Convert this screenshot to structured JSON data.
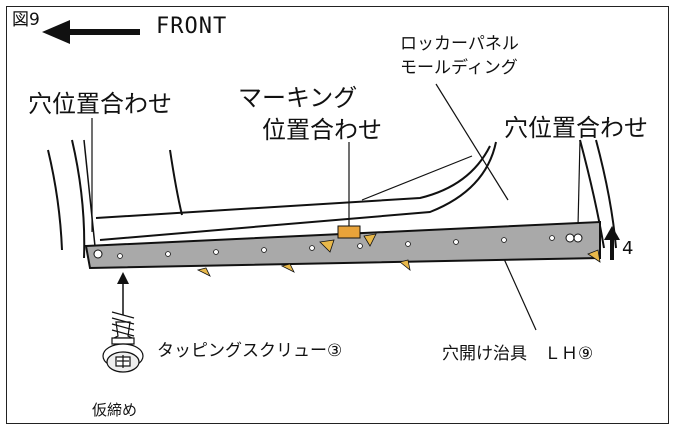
{
  "figure_label": "図9",
  "direction_label": "FRONT",
  "labels": {
    "rocker_line1": "ロッカーパネル",
    "rocker_line2": "モールディング",
    "hole_align_left": "穴位置合わせ",
    "marking_line1": "マーキング",
    "marking_line2": "位置合わせ",
    "hole_align_right": "穴位置合わせ",
    "step_number": "4",
    "tapping_screw": "タッピングスクリュー③",
    "drill_jig": "穴開け治具　ＬＨ⑨",
    "temporary_tighten": "仮締め"
  },
  "colors": {
    "jig_fill": "#a9a9a9",
    "marker_fill": "#e8a33a",
    "clip_fill": "#e8b84a",
    "line": "#111111"
  }
}
